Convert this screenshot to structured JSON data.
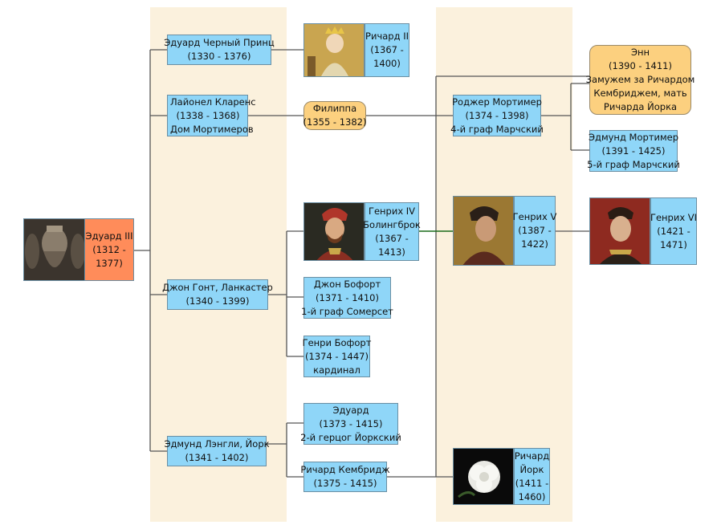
{
  "persons": {
    "edward3": [
      "Эдуард III",
      "(1312 -",
      "1377)"
    ],
    "black_prince": [
      "Эдуард Черный Принц",
      "(1330 - 1376)"
    ],
    "richard2": [
      "Ричард II",
      "(1367 -",
      "1400)"
    ],
    "lionel": [
      "Лайонел Кларенс",
      "(1338 - 1368)",
      "Дом Мортимеров"
    ],
    "philippa": [
      "Филиппа",
      "(1355 - 1382)"
    ],
    "roger": [
      "Роджер Мортимер",
      "(1374 - 1398)",
      "4-й граф Марчский"
    ],
    "anne": [
      "Энн",
      "(1390 - 1411)",
      "Замужем за Ричардом",
      "Кембриджем, мать",
      "Ричарда Йорка"
    ],
    "edmund_mortimer": [
      "Эдмунд Мортимер",
      "(1391 - 1425)",
      "5-й граф Марчский"
    ],
    "henry4": [
      "Генрих IV",
      "Болингброк",
      "(1367 -",
      "1413)"
    ],
    "henry5": [
      "Генрих V",
      "(1387 -",
      "1422)"
    ],
    "henry6": [
      "Генрих VI",
      "(1421 -",
      "1471)"
    ],
    "john_gaunt": [
      "Джон Гонт, Ланкастер",
      "(1340 - 1399)"
    ],
    "john_beaufort": [
      "Джон Бофорт",
      "(1371 - 1410)",
      "1-й граф Сомерсет"
    ],
    "henry_beaufort": [
      "Генри Бофорт",
      "(1374 - 1447)",
      "кардинал"
    ],
    "edmund_langley": [
      "Эдмунд Лэнгли, Йорк",
      "(1341 - 1402)"
    ],
    "edward_york": [
      "Эдуард",
      "(1373 - 1415)",
      "2-й герцог Йоркский"
    ],
    "richard_cambridge": [
      "Ричард Кембридж",
      "(1375 - 1415)"
    ],
    "richard_york": [
      "Ричард",
      "Йорк",
      "(1411 -",
      "1460)"
    ]
  },
  "colors": {
    "male": "#8fd6f8",
    "female": "#fcd07f",
    "root": "#ff8c5a",
    "band": "#fbf1dd",
    "connector": "#555555",
    "marriage": "#1a6b1a"
  },
  "icons": {
    "edward3": "effigy-portrait-icon",
    "richard2": "crowned-king-portrait-icon",
    "henry4": "king-portrait-icon",
    "henry5": "king-portrait-icon",
    "henry6": "king-portrait-icon",
    "richard_york": "white-rose-icon"
  }
}
